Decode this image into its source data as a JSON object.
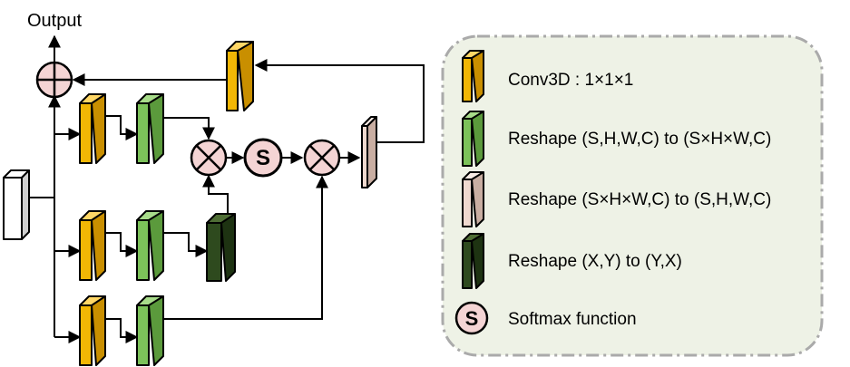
{
  "diagram": {
    "output_label": "Output",
    "operators": {
      "add_symbol": "⊕",
      "multiply_symbol": "⊗",
      "softmax_symbol": "S"
    },
    "colors": {
      "conv3d": "#f2b705",
      "reshape_shwc": "#7cc25a",
      "reshape_back": "#efd9cf",
      "reshape_xy": "#2e4a1e",
      "input": "#e0e0e0",
      "operator_fill": "#f4d4d4",
      "legend_bg": "#eef2e6"
    }
  },
  "legend": {
    "items": [
      {
        "icon": "conv3d-block",
        "label": "Conv3D : 1×1×1"
      },
      {
        "icon": "reshape-shwc-block",
        "label": "Reshape (S,H,W,C) to (S×H×W,C)"
      },
      {
        "icon": "reshape-back-block",
        "label": "Reshape (S×H×W,C) to (S,H,W,C)"
      },
      {
        "icon": "reshape-xy-block",
        "label": "Reshape (X,Y) to (Y,X)"
      },
      {
        "icon": "softmax-icon",
        "label": "Softmax function"
      }
    ]
  }
}
